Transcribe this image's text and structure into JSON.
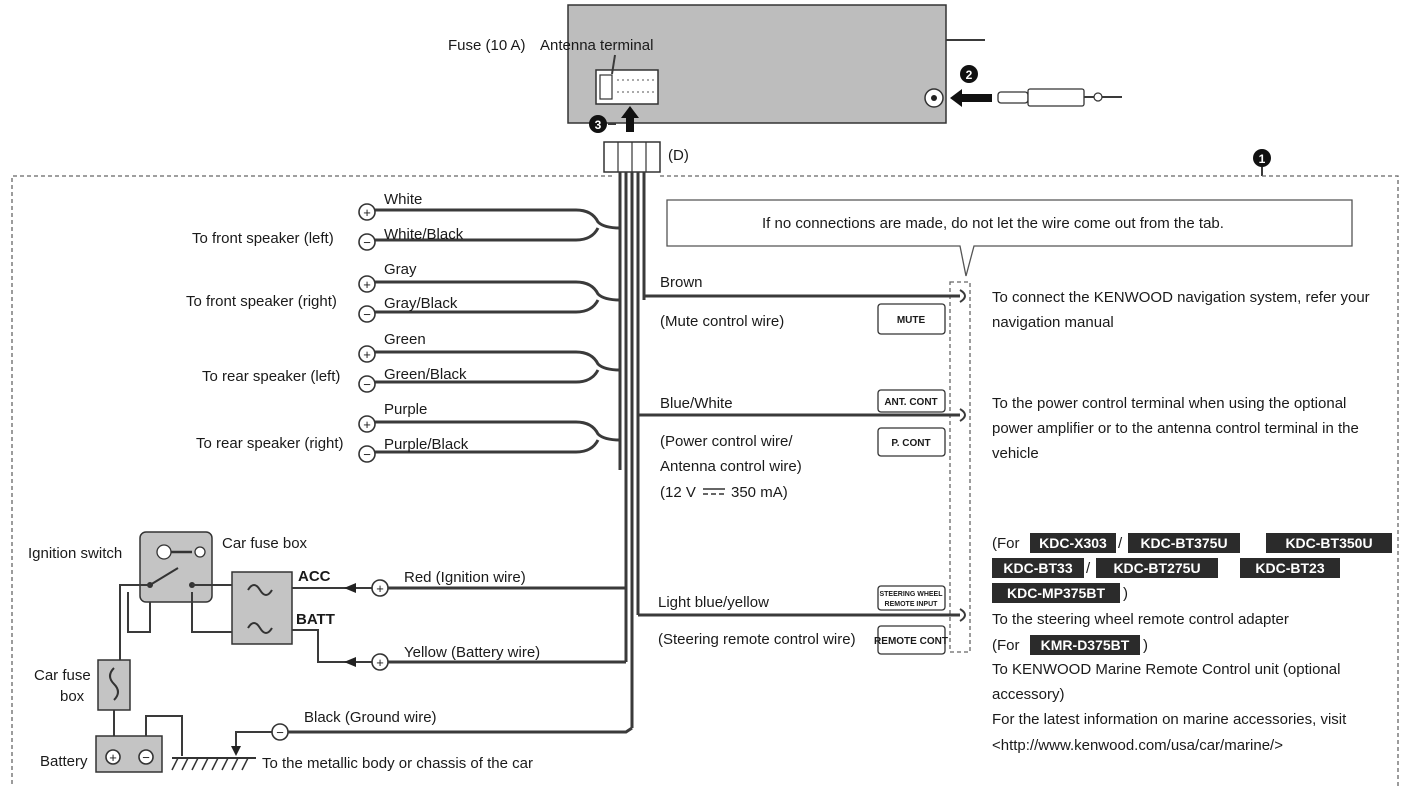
{
  "head_unit": {
    "fuse_label": "Fuse (10 A)",
    "antenna_label": "Antenna terminal",
    "step1": "1",
    "step2": "2",
    "step3": "3",
    "connector_label": "(D)"
  },
  "speakers": [
    {
      "name": "To front speaker (left)",
      "plus": "White",
      "minus": "White/Black"
    },
    {
      "name": "To front speaker (right)",
      "plus": "Gray",
      "minus": "Gray/Black"
    },
    {
      "name": "To rear speaker (left)",
      "plus": "Green",
      "minus": "Green/Black"
    },
    {
      "name": "To rear speaker (right)",
      "plus": "Purple",
      "minus": "Purple/Black"
    }
  ],
  "symbols": {
    "plus": "+",
    "minus": "−"
  },
  "power": {
    "ignition_switch": "Ignition switch",
    "car_fuse_box": "Car fuse box",
    "acc": "ACC",
    "batt": "BATT",
    "red_wire": "Red (Ignition wire)",
    "yellow_wire": "Yellow (Battery wire)",
    "car_fuse_box2_line1": "Car fuse",
    "car_fuse_box2_line2": "box",
    "battery": "Battery",
    "black_wire": "Black (Ground wire)",
    "ground_text": "To the metallic body or chassis of the car"
  },
  "callout": "If no connections are made, do not let the wire come out from the tab.",
  "control_wires": {
    "brown": "Brown",
    "mute_desc": "(Mute control wire)",
    "mute_label": "MUTE",
    "mute_info_1": "To connect the KENWOOD navigation system, refer your",
    "mute_info_2": "navigation manual",
    "blue_white": "Blue/White",
    "power_desc_1": "(Power control wire/",
    "power_desc_2": "Antenna control wire)",
    "power_desc_3_a": "(12 V",
    "power_desc_3_b": "350 mA)",
    "ant_cont_label": "ANT. CONT",
    "p_cont_label": "P. CONT",
    "power_info_1": "To the power control terminal when using the optional",
    "power_info_2": "power amplifier or to the antenna control terminal in the",
    "power_info_3": "vehicle",
    "light_blue": "Light blue/yellow",
    "steer_desc": "(Steering remote control wire)",
    "steer_label_1": "STEERING WHEEL",
    "steer_label_2": "REMOTE INPUT",
    "remote_cont_label": "REMOTE CONT"
  },
  "models": {
    "for_open": "(For",
    "slash": "/",
    "close": ")",
    "m1": "KDC-X303",
    "m2": "KDC-BT375U",
    "m3": "KDC-BT350U",
    "m4": "KDC-BT33",
    "m5": "KDC-BT275U",
    "m6": "KDC-BT23",
    "m7": "KDC-MP375BT",
    "m8": "KMR-D375BT"
  },
  "steer_info": {
    "line1": "To the steering wheel remote control adapter",
    "marine_1": "To KENWOOD Marine Remote Control unit (optional",
    "marine_2": "accessory)",
    "marine_3": "For the latest information on marine accessories, visit",
    "marine_4": "<http://www.kenwood.com/usa/car/marine/>"
  }
}
